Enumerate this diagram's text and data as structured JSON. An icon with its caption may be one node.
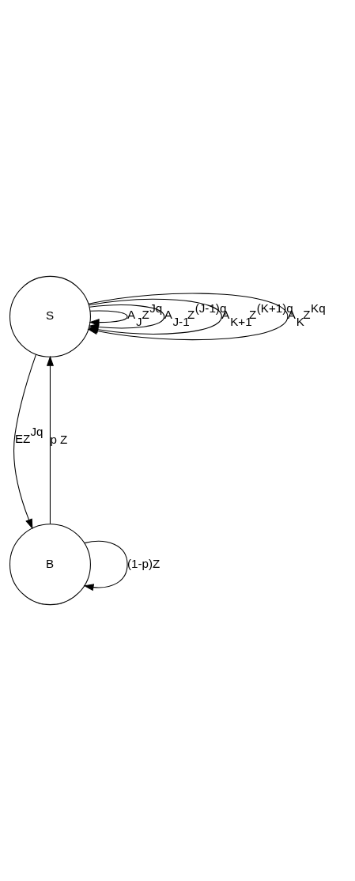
{
  "diagram": {
    "nodes": [
      {
        "text": [
          "S"
        ]
      },
      {
        "text": [
          "B"
        ]
      }
    ],
    "edges": [
      {
        "from": 0,
        "to": 0,
        "arrow": "to",
        "label": "A$_{J}$Z$^{Jq}$"
      },
      {
        "from": 0,
        "to": 0,
        "arrow": "to",
        "label": "A$_{J-1}$Z$^{(J-1)q}$"
      },
      {
        "from": 0,
        "to": 0,
        "arrow": "to",
        "label": "A$_{K+1}$Z$^{(K+1)q}$"
      },
      {
        "from": 0,
        "to": 0,
        "arrow": "to",
        "label": "A$_{K}$Z$^{Kq}$"
      },
      {
        "from": 1,
        "to": 0,
        "arrow": "to",
        "label": "p Z"
      },
      {
        "from": 0,
        "to": 1,
        "arrow": "to",
        "label": "EZ$^{Jq}$"
      },
      {
        "from": 1,
        "to": 1,
        "arrow": "to",
        "label": "(1-p)Z"
      }
    ]
  }
}
